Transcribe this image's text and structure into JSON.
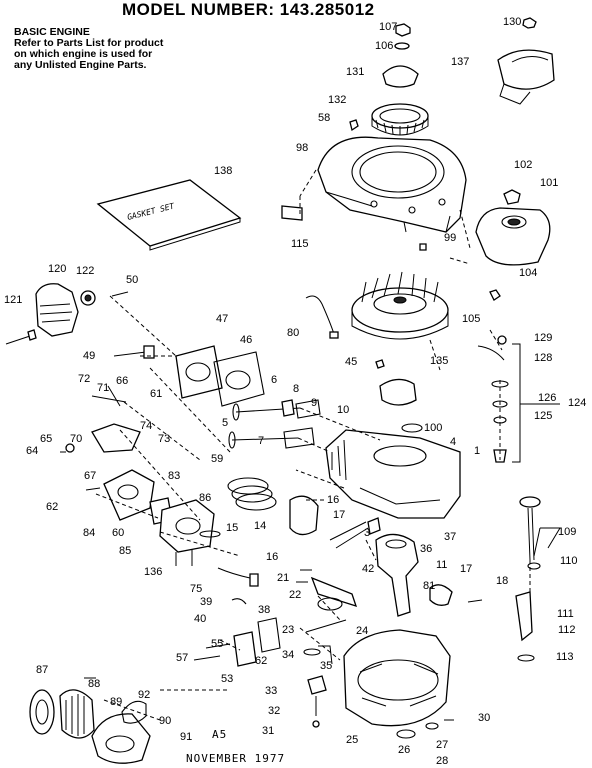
{
  "header": {
    "title": "MODEL NUMBER:   143.285012",
    "intro": "BASIC ENGINE\nRefer to Parts List for product\non which engine is used for\nany Unlisted Engine Parts."
  },
  "gasket_set_label": "GASKET SET",
  "footer": {
    "code": "A5",
    "date": "NOVEMBER 1977"
  },
  "callouts": [
    "107",
    "130",
    "106",
    "137",
    "131",
    "132",
    "58",
    "98",
    "102",
    "101",
    "138",
    "115",
    "99",
    "104",
    "120",
    "122",
    "50",
    "121",
    "105",
    "80",
    "129",
    "47",
    "46",
    "128",
    "49",
    "45",
    "135",
    "72",
    "71",
    "66",
    "61",
    "6",
    "8",
    "126",
    "124",
    "9",
    "125",
    "10",
    "5",
    "100",
    "65",
    "70",
    "74",
    "73",
    "7",
    "4",
    "64",
    "59",
    "1",
    "67",
    "83",
    "62",
    "86",
    "16",
    "84",
    "60",
    "14",
    "15",
    "17",
    "3",
    "109",
    "37",
    "85",
    "16",
    "36",
    "110",
    "42",
    "11",
    "136",
    "21",
    "17",
    "18",
    "75",
    "81",
    "39",
    "22",
    "38",
    "111",
    "40",
    "23",
    "112",
    "24",
    "55",
    "57",
    "62",
    "34",
    "113",
    "35",
    "53",
    "87",
    "88",
    "33",
    "92",
    "89",
    "32",
    "90",
    "30",
    "31",
    "25",
    "26",
    "27",
    "28",
    "91"
  ]
}
